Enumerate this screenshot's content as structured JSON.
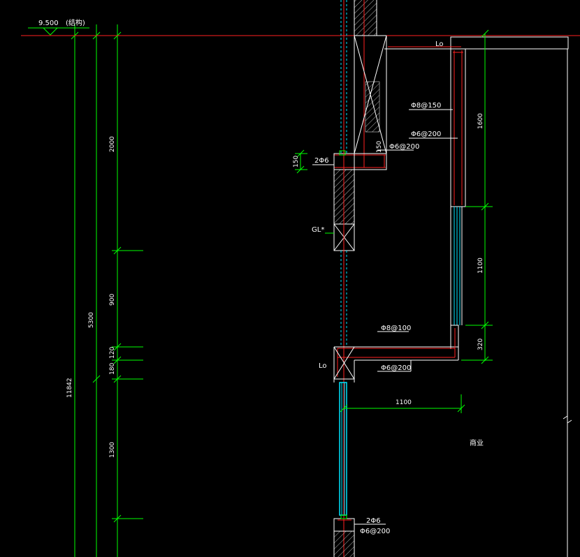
{
  "colors": {
    "background": "#000000",
    "dimension": "#00ff00",
    "outline": "#ffffff",
    "rebar": "#ff2020",
    "glazing": "#00e5ff"
  },
  "level": {
    "elevation": "9.500",
    "note": "(结构)"
  },
  "dimensions": {
    "d2000": "2000",
    "d5300": "5300",
    "d11842": "11842",
    "d900": "900",
    "d120": "120",
    "d180": "180",
    "d1300": "1300",
    "d150_left": "150",
    "d150_inner": "150",
    "d1600": "1600",
    "d1100_vertical": "1100",
    "d320": "320",
    "d1100_horizontal": "1100"
  },
  "annotations": {
    "lo_top": "Lo",
    "phi8_150": "Φ8@150",
    "phi6_200_top": "Φ6@200",
    "phi6_200_mid": "Φ6@200",
    "two_phi6_top": "2Φ6",
    "gl": "GL*",
    "phi8_100": "Φ8@100",
    "phi6_200_low": "Φ6@200",
    "lo_bottom": "Lo",
    "room": "商业",
    "two_phi6_bottom": "2Φ6",
    "phi6_200_bottom": "Φ6@200"
  }
}
